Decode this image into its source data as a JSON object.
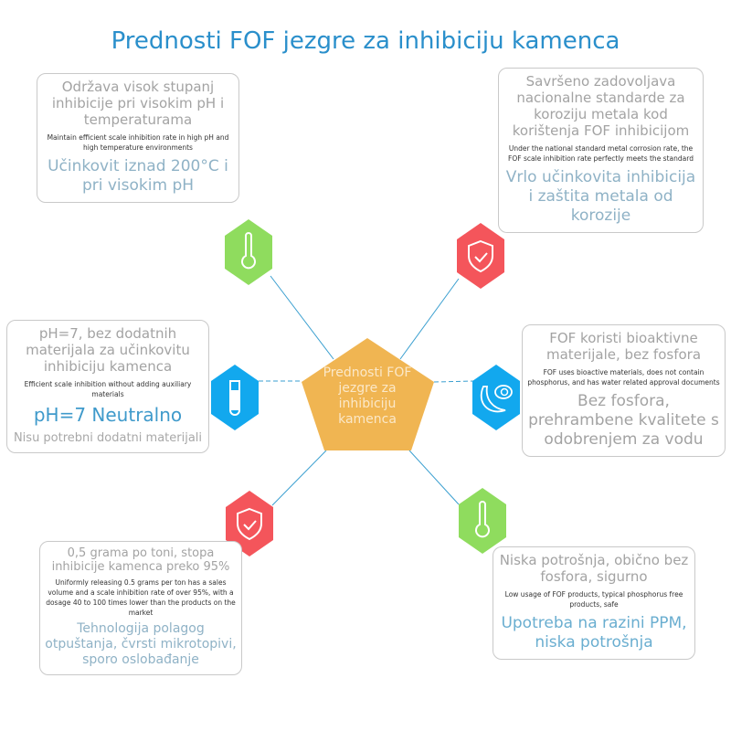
{
  "title": "Prednosti FOF jezgre za inhibiciju kamenca",
  "center": {
    "label": "Prednosti FOF jezgre za inhibiciju kamenca",
    "color": "#f0b552"
  },
  "colors": {
    "green": "#8fdc5e",
    "red": "#f4555b",
    "blue": "#12a8ee",
    "line": "#3a9fd0"
  },
  "cards": [
    {
      "icon": "thermometer-icon",
      "heading": "Održava visok stupanj inhibicije pri visokim pH i temperaturama",
      "english": "Maintain efficient scale inhibition rate in high pH and high temperature environments",
      "main": "Učinkovit iznad 200°C i pri visokim pH"
    },
    {
      "icon": "shield-check-icon",
      "heading": "Savršeno zadovoljava nacionalne standarde za koroziju metala kod korištenja FOF inhibicijom",
      "english": "Under the national standard metal corrosion rate, the FOF scale inhibition rate perfectly meets the standard",
      "main": "Vrlo učinkovita inhibicija i zaštita metala od korozije"
    },
    {
      "icon": "test-tube-icon",
      "heading": "pH=7, bez dodatnih materijala za učinkovitu inhibiciju kamenca",
      "english": "Efficient scale inhibition without adding auxiliary materials",
      "main": "pH=7 Neutralno",
      "sub": "Nisu potrebni dodatni materijali"
    },
    {
      "icon": "banana-egg-icon",
      "heading": "FOF koristi bioaktivne materijale, bez fosfora",
      "english": "FOF uses bioactive materials, does not contain phosphorus, and has water related approval documents",
      "main": "Bez fosfora, prehrambene kvalitete s odobrenjem za vodu"
    },
    {
      "icon": "shield-check-icon",
      "heading": "0,5 grama po toni, stopa inhibicije kamenca preko 95%",
      "english": "Uniformly releasing 0.5 grams per ton has a sales volume and a scale inhibition rate of over 95%, with a dosage 40 to 100 times lower than the products on the market",
      "main": "Tehnologija polagog otpuštanja, čvrsti mikrotopivi, sporo oslobađanje"
    },
    {
      "icon": "thermometer-icon",
      "heading": "Niska potrošnja, obično bez fosfora, sigurno",
      "english": "Low usage of FOF products, typical phosphorus free products, safe",
      "main": "Upotreba na razini PPM, niska potrošnja"
    }
  ]
}
